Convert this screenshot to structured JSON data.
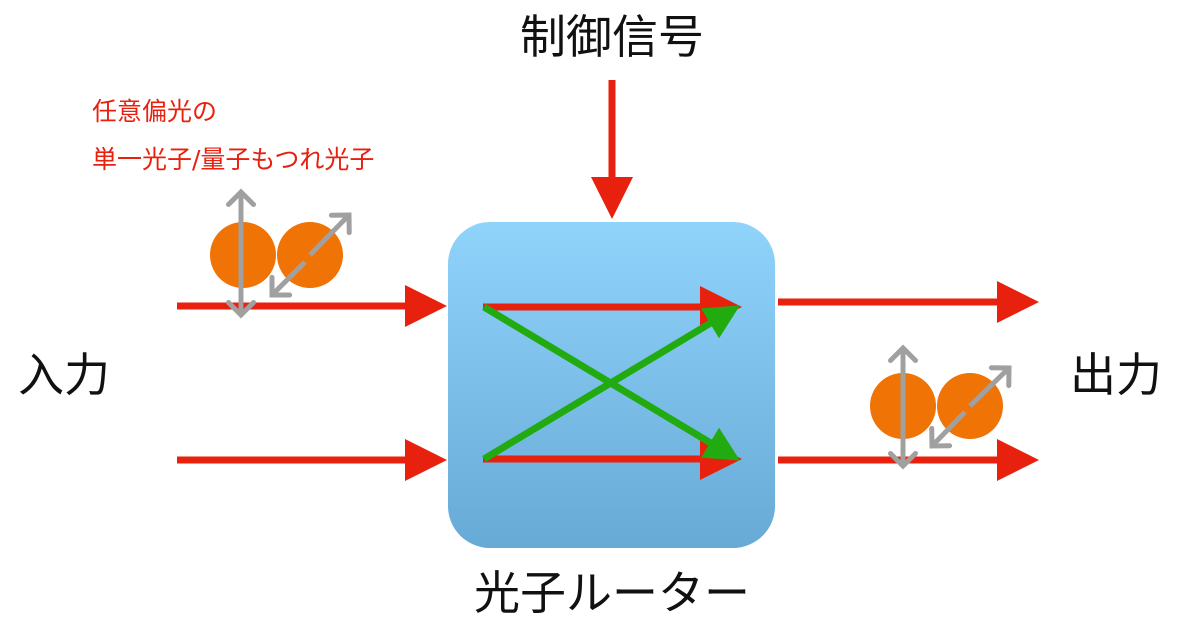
{
  "control_label": "制御信号",
  "input_desc": [
    "任意偏光の",
    "単一光子/量子もつれ光子"
  ],
  "input_label": "入力",
  "output_label": "出力",
  "router_label": "光子ルーター",
  "colors": {
    "signal": "#e8200e",
    "switch": "#22aa11",
    "photon": "#f07306",
    "polarization": "#a0a0a0",
    "router_top": "#90d3fb",
    "router_bottom": "#67aad6"
  }
}
